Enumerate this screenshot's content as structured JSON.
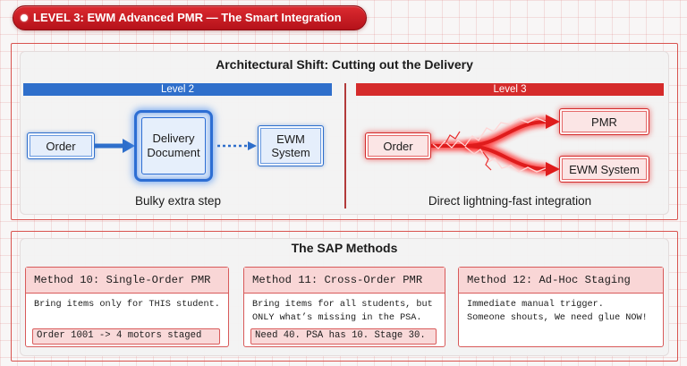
{
  "header": {
    "title": "LEVEL 3: EWM Advanced PMR — The Smart Integration",
    "bullet_icon": "dot-icon"
  },
  "architecture": {
    "title": "Architectural Shift: Cutting out the Delivery",
    "level2": {
      "label": "Level 2",
      "nodes": {
        "order": "Order",
        "delivery": "Delivery Document",
        "ewm": "EWM System"
      },
      "caption": "Bulky extra step"
    },
    "level3": {
      "label": "Level 3",
      "nodes": {
        "order": "Order",
        "pmr": "PMR",
        "ewm": "EWM System"
      },
      "caption": "Direct lightning-fast integration"
    }
  },
  "methods": {
    "title": "The SAP Methods",
    "cards": [
      {
        "title": "Method 10: Single-Order PMR",
        "body": [
          "Bring items only for THIS student."
        ],
        "example": "Order 1001 -> 4 motors staged"
      },
      {
        "title": "Method 11: Cross-Order PMR",
        "body": [
          "Bring items for all students, but",
          "ONLY what’s missing in the PSA."
        ],
        "example": "Need 40. PSA has 10. Stage 30."
      },
      {
        "title": "Method 12: Ad-Hoc Staging",
        "body": [
          "Immediate manual trigger.",
          "Someone shouts, We need glue NOW!"
        ]
      }
    ]
  },
  "colors": {
    "brand_red": "#c8161d",
    "level2_blue": "#2f6fcb",
    "level3_red": "#d52b2b",
    "card_header_pink": "#f9d6d6",
    "frame_red": "#d9534f"
  }
}
